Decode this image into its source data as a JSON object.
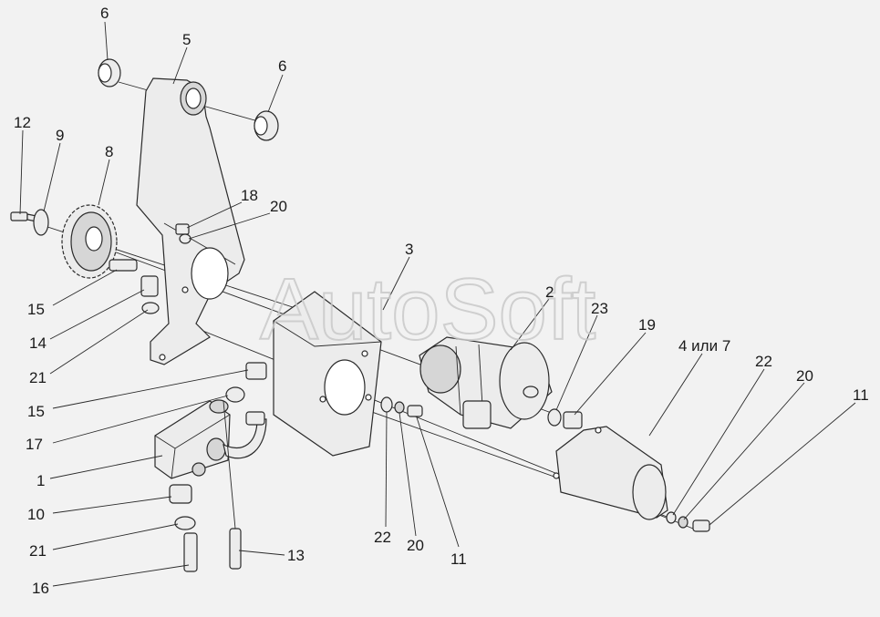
{
  "watermark": "AutoSoft",
  "callouts": {
    "c6a": "6",
    "c5": "5",
    "c6b": "6",
    "c12": "12",
    "c9": "9",
    "c8": "8",
    "c18": "18",
    "c20a": "20",
    "c3": "3",
    "c2": "2",
    "c23": "23",
    "c19": "19",
    "c4or7": "4 или 7",
    "c22a": "22",
    "c20b": "20",
    "c11a": "11",
    "c15a": "15",
    "c14": "14",
    "c21a": "21",
    "c15b": "15",
    "c17": "17",
    "c1": "1",
    "c10": "10",
    "c21b": "21",
    "c16": "16",
    "c13": "13",
    "c22b": "22",
    "c20c": "20",
    "c11b": "11"
  },
  "colors": {
    "line": "#2a2a2a",
    "background": "#f2f2f2",
    "watermark": "#c9c9c9"
  }
}
